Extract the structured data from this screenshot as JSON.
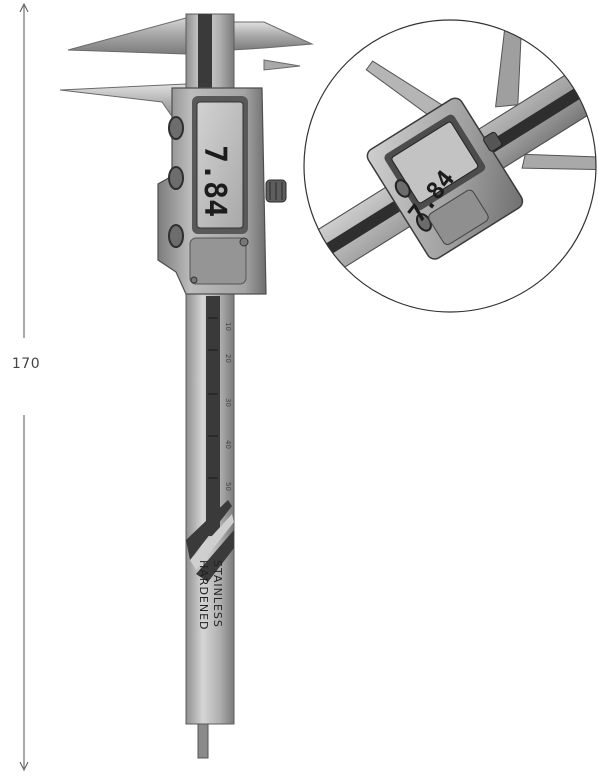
{
  "dimension": {
    "label": "170"
  },
  "caliper": {
    "lcd_reading": "7.84",
    "brand_line_1": "STAINLESS",
    "brand_line_2": "HARDENED",
    "scale_marks": [
      "10",
      "20",
      "30",
      "40",
      "50"
    ]
  },
  "inset": {
    "lcd_reading": "7.84"
  },
  "colors": {
    "steel": "#b9b9b9",
    "steel_dark": "#7e7e7e",
    "lcd": "#c7c7c7",
    "stripe": "#3a3a3a"
  }
}
